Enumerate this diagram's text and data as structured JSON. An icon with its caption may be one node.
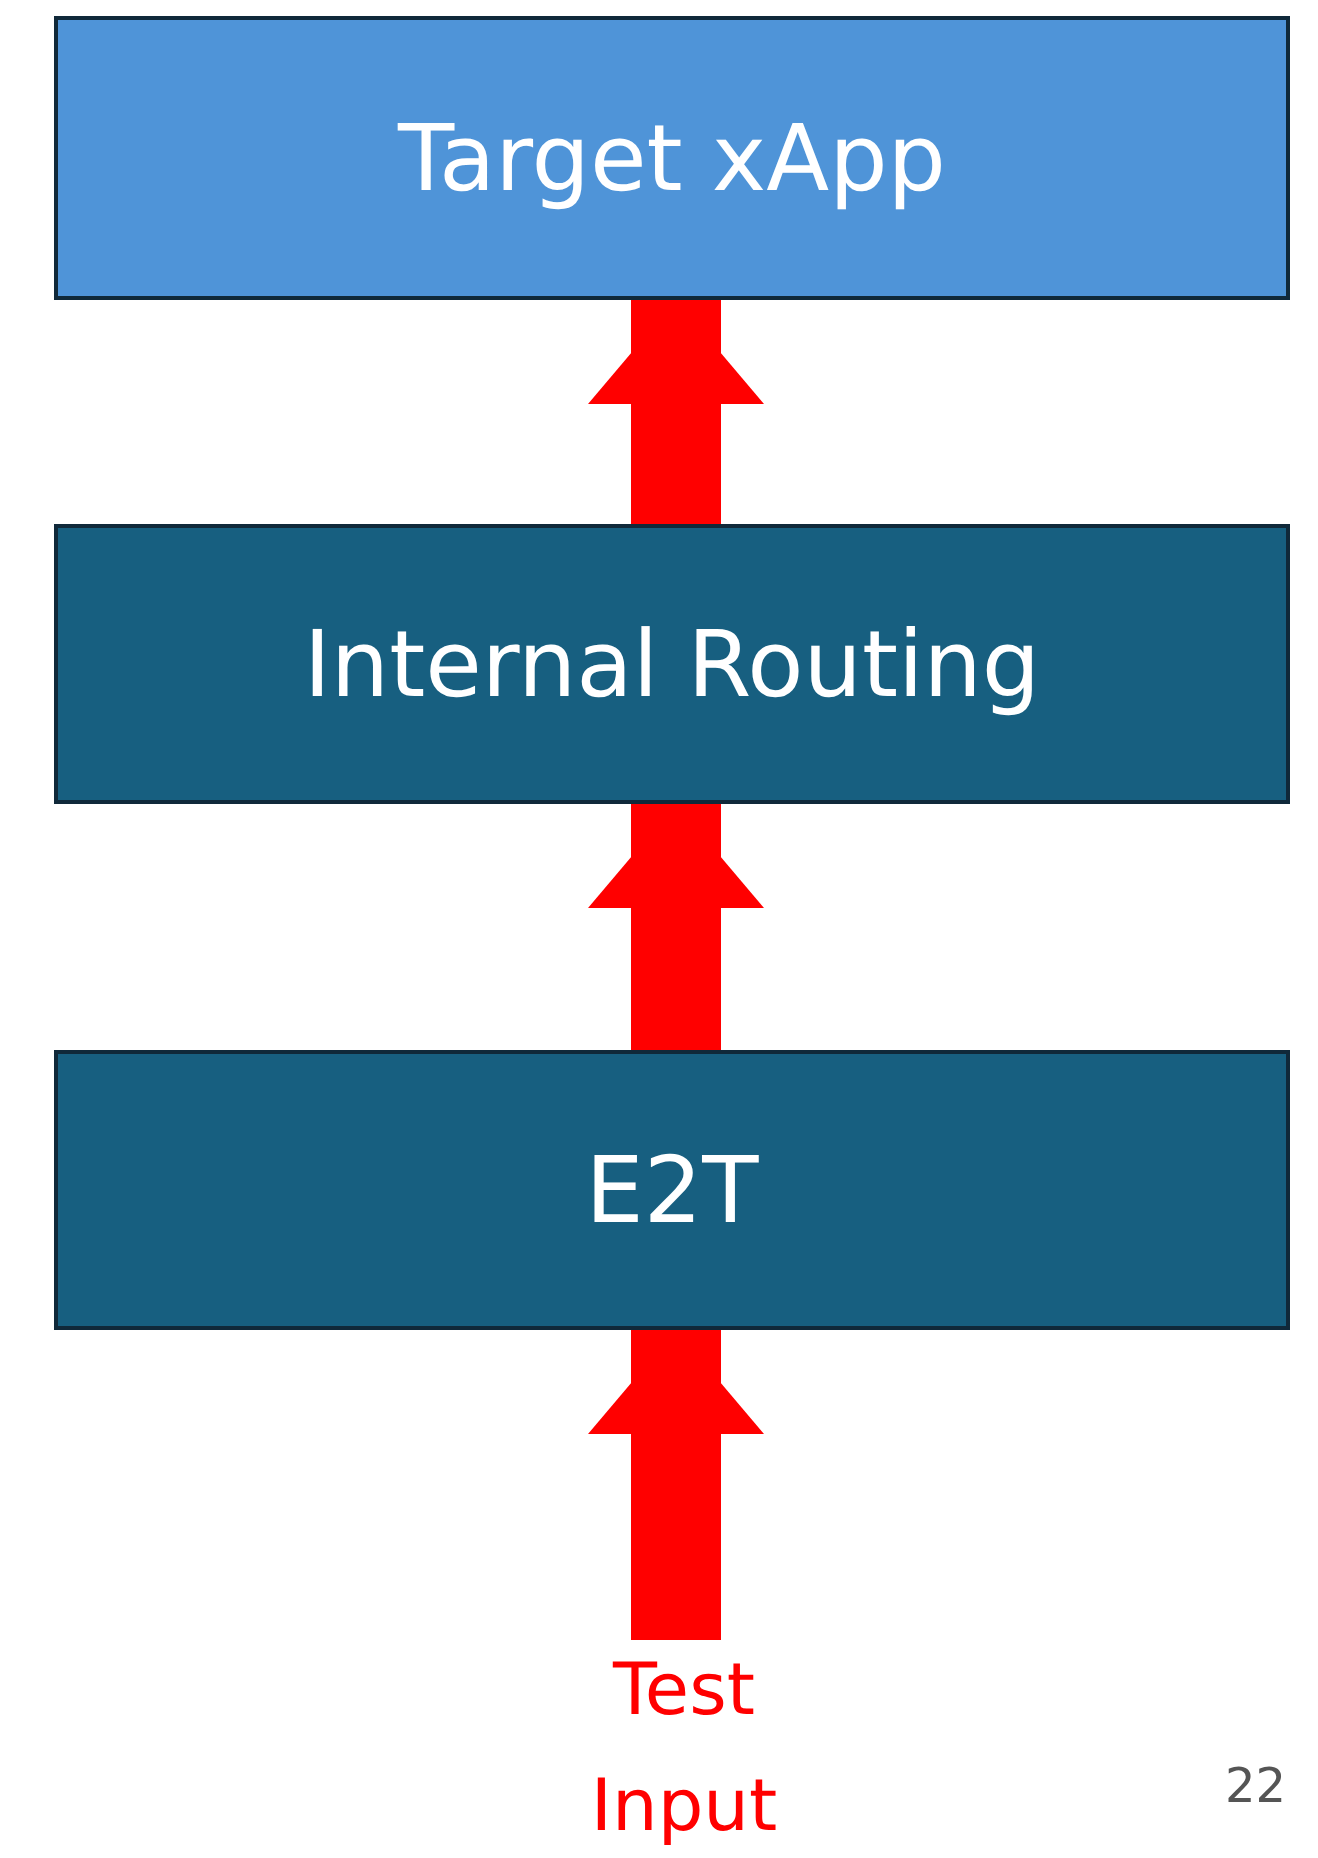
{
  "diagram": {
    "nodes": [
      {
        "text": [
          "Target xApp"
        ]
      },
      {
        "text": [
          "Internal Routing"
        ]
      },
      {
        "text": [
          "E2T"
        ]
      },
      {
        "text": [
          "Test Input"
        ]
      }
    ],
    "edges": [
      {
        "from": 3,
        "to": 2,
        "arrow": "to"
      },
      {
        "from": 2,
        "to": 1,
        "arrow": "to"
      },
      {
        "from": 1,
        "to": 0,
        "arrow": "to"
      }
    ],
    "labels": [
      "22"
    ]
  }
}
